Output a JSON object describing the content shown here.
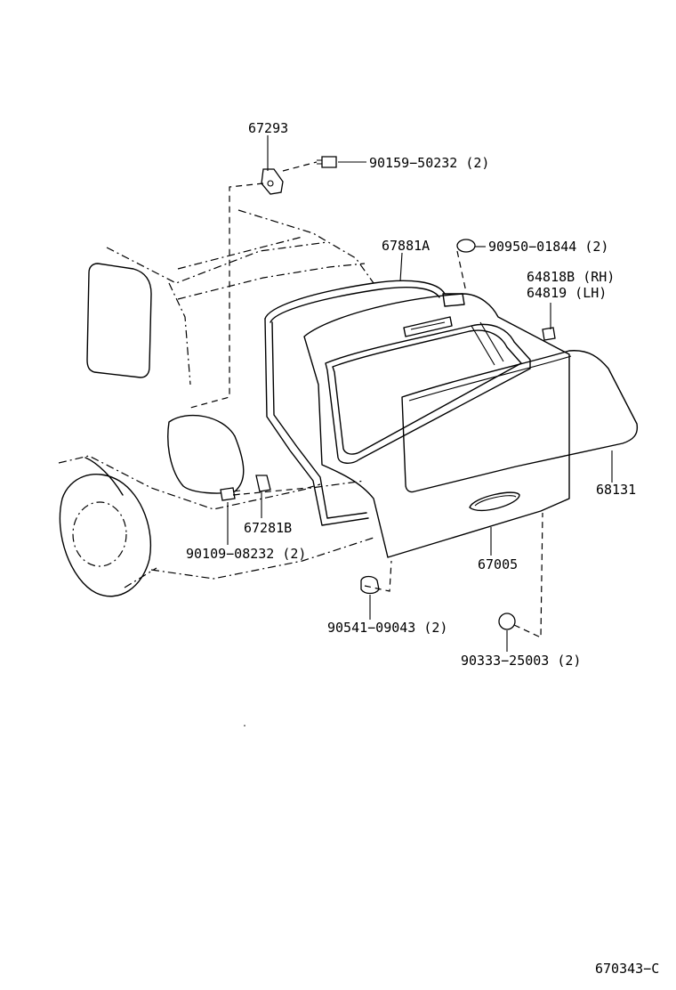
{
  "labels": {
    "p67293": "67293",
    "p90159": "90159−50232 (2)",
    "p67881a": "67881A",
    "p90950": "90950−01844 (2)",
    "p64818b": "64818B (RH)",
    "p64819": "64819  (LH)",
    "p68131": "68131",
    "p67005": "67005",
    "p67281b": "67281B",
    "p90109": "90109−08232 (2)",
    "p90541": "90541−09043 (2)",
    "p90333": "90333−25003 (2)"
  },
  "figure_code": "670343−C"
}
